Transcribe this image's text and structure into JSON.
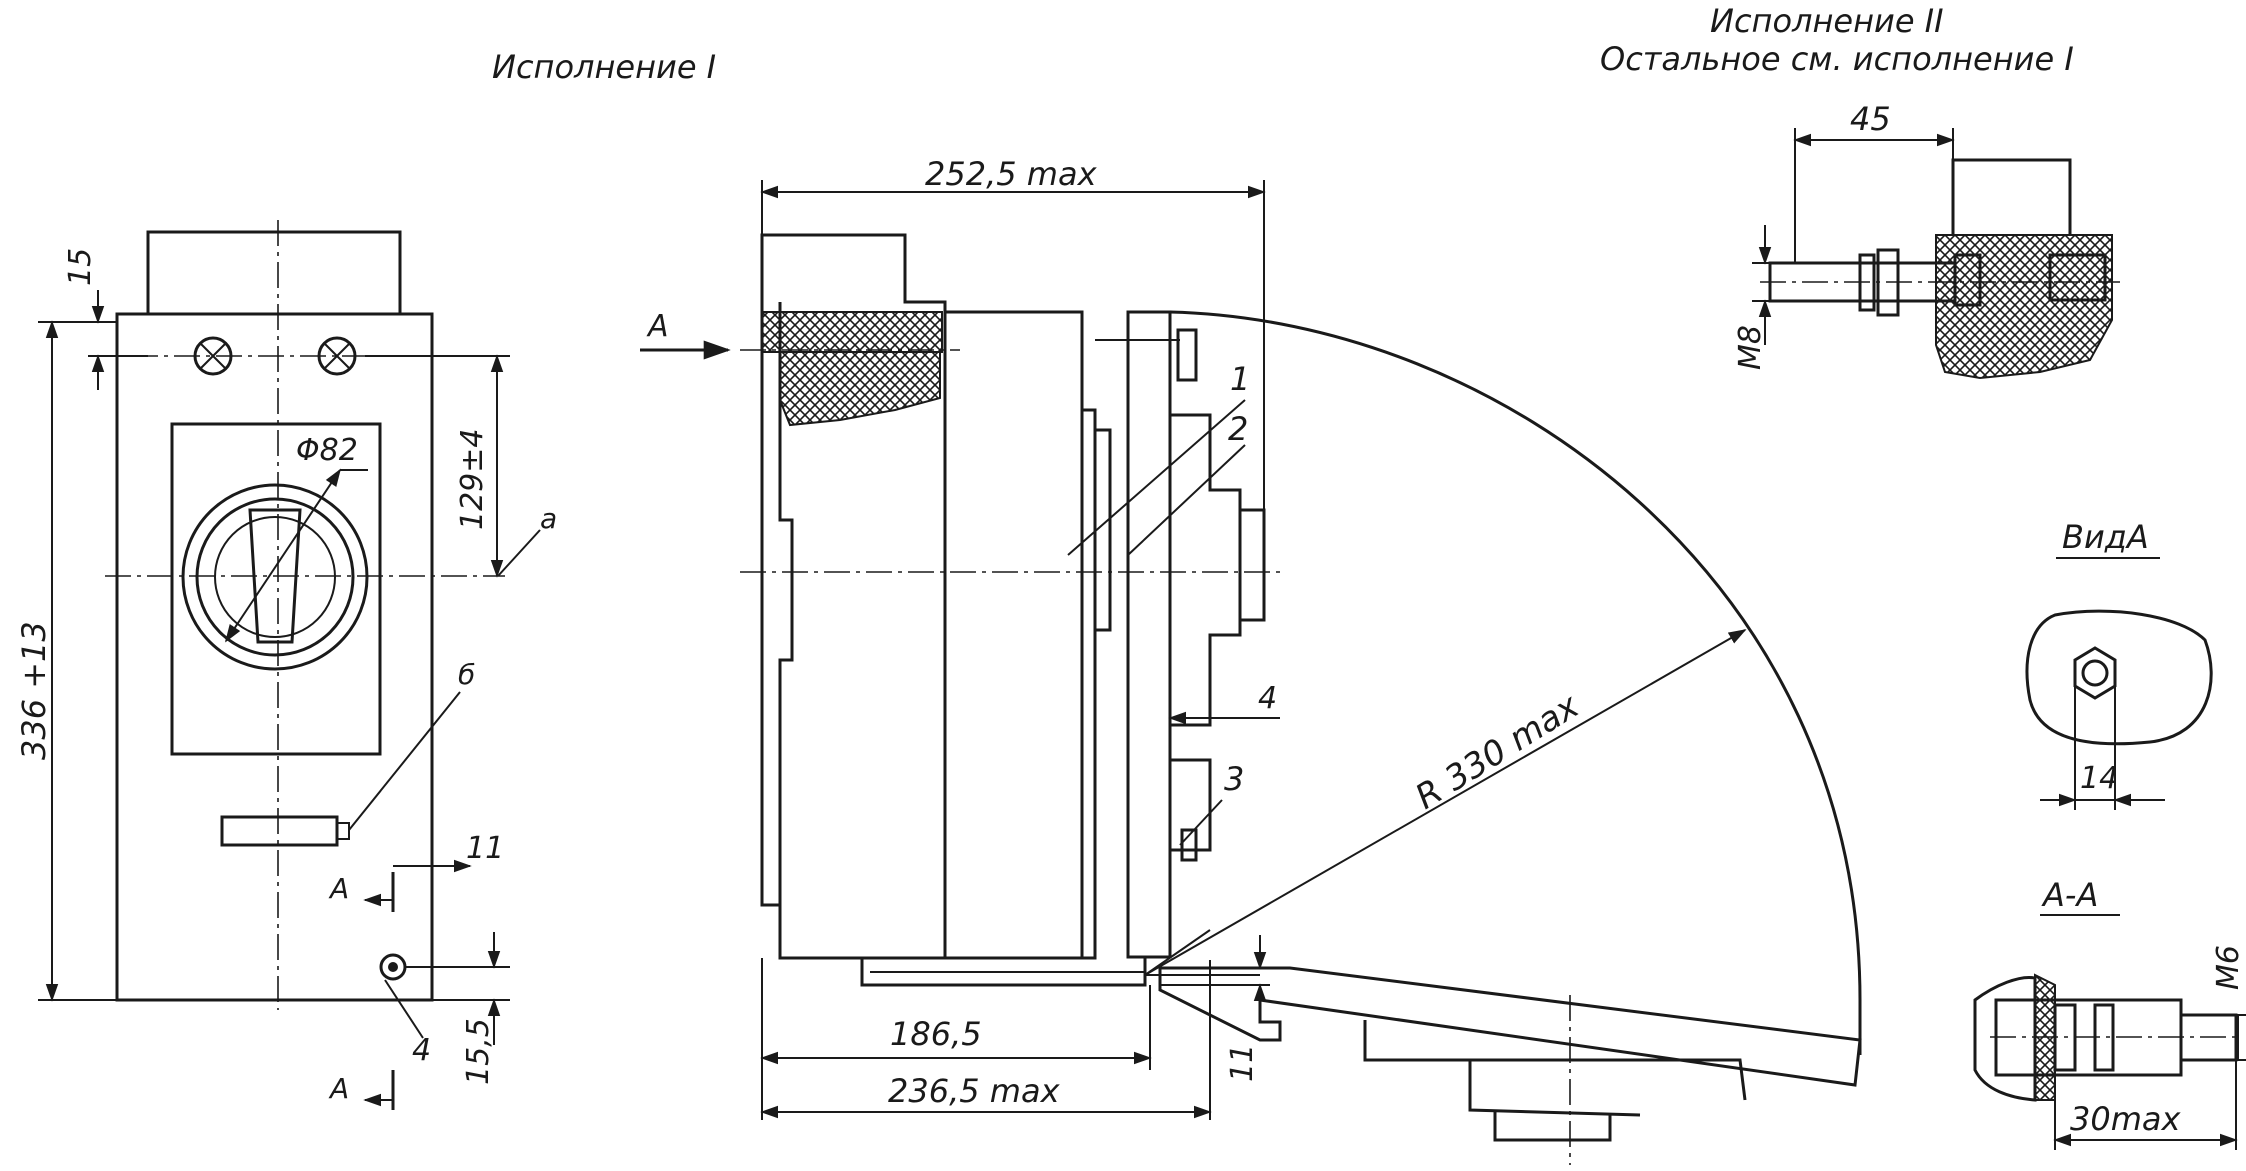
{
  "headings": {
    "version1": "Исполнение I",
    "version2_line1": "Исполнение II",
    "version2_line2": "Остальное см. исполнение I",
    "view_a": "ВидА",
    "section_aa": "А-А"
  },
  "dimensions": {
    "d15_top": "15",
    "d336": "336 +13",
    "d129": "129±4",
    "phi82": "Φ82",
    "d11_right": "11",
    "d15_5": "15,5",
    "d252": "252,5 max",
    "d186": "186,5",
    "d236": "236,5 max",
    "d4": "4",
    "d11_bottom": "11",
    "radius": "R 330 max",
    "d45": "45",
    "m8": "M8",
    "d14": "14",
    "m6": "M6",
    "d30": "30max"
  },
  "markers": {
    "a_label": "а",
    "b_label": "б",
    "arrow_a": "А",
    "sec_a_top": "А",
    "sec_a_bottom": "А",
    "pos1": "1",
    "pos2": "2",
    "pos3": "3",
    "pos4": "4"
  }
}
